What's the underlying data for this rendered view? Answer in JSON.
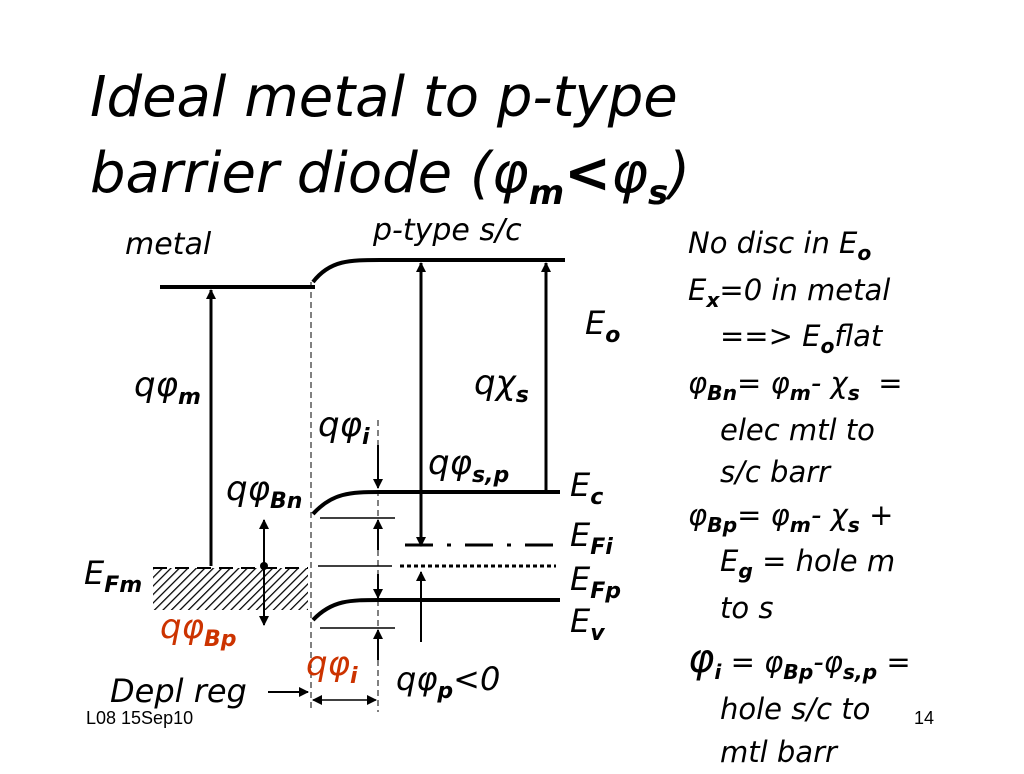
{
  "slide": {
    "title_line1": "Ideal metal to p-type",
    "title_line2_prefix": "barrier diode (",
    "title_phi": "φ",
    "title_sub_m": "m",
    "title_lt": "<",
    "title_sub_s": "s",
    "title_close": ")",
    "footer_left": "L08 15Sep10",
    "page_number": "14"
  },
  "diagram": {
    "label_metal": "metal",
    "label_sc": "p-type s/c",
    "q": "q",
    "phi": "φ",
    "chi": "χ",
    "E": "E",
    "sub_m": "m",
    "sub_s": "s",
    "sub_i": "i",
    "sub_sp": "s,p",
    "sub_Bn": "Bn",
    "sub_Bp": "Bp",
    "sub_p": "p",
    "sub_o": "o",
    "sub_c": "c",
    "sub_Fi": "Fi",
    "sub_Fp": "Fp",
    "sub_v": "v",
    "sub_Fm": "Fm",
    "lt0": "<0",
    "depl_reg": "Depl reg",
    "highlight_color": "#cc3300"
  },
  "notes": {
    "l1": "No disc in E",
    "l1_sub": "o",
    "l2a": "E",
    "l2_sub": "x",
    "l2b": "=0 in metal",
    "l3a": "==> E",
    "l3_sub": "o",
    "l3b": "flat",
    "phi": "φ",
    "chi": "χ",
    "sub_Bn": "Bn",
    "sub_Bp": "Bp",
    "sub_m": "m",
    "sub_s": "s",
    "sub_g": "g",
    "sub_i": "i",
    "sub_sp": "s,p",
    "eq": "=",
    "minus": "-",
    "plus": "+",
    "l5": "elec mtl to",
    "l6": "s/c barr",
    "l8a": "E",
    "l8b": "= hole m",
    "l9": "to s",
    "l11": "hole s/c to",
    "l12": "mtl barr"
  }
}
